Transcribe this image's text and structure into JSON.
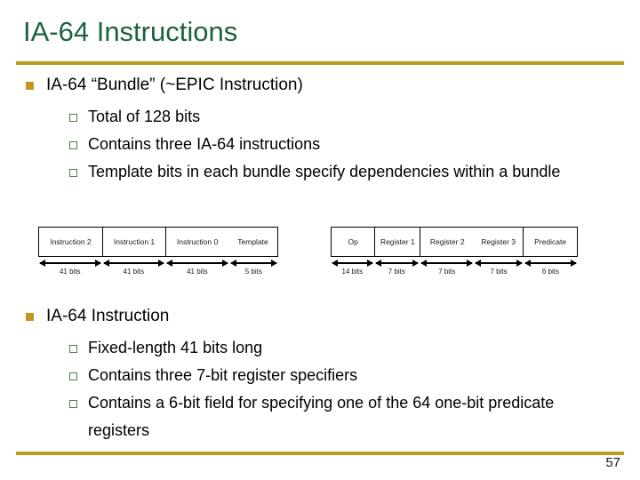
{
  "slide": {
    "title": "IA-64 Instructions",
    "page_number": "57",
    "accent_color": "#c09a20",
    "title_color": "#1b6340",
    "level1_bullet_color": "#c09a20",
    "level2_bullet_color": "#4f7a46"
  },
  "sections": [
    {
      "heading": "IA-64 “Bundle” (~EPIC Instruction)",
      "items": [
        "Total of 128 bits",
        "Contains three IA-64 instructions",
        "Template bits in each bundle specify dependencies within a bundle"
      ]
    },
    {
      "heading": "IA-64 Instruction",
      "items": [
        "Fixed-length 41 bits long",
        "Contains three 7-bit register specifiers",
        "Contains a 6-bit field for specifying one of the 64 one-bit predicate registers"
      ]
    }
  ],
  "figures": {
    "bundle": {
      "name": "IA-64 bundle format",
      "fields": [
        {
          "label": "Instruction 2",
          "size": "41 bits",
          "width": 26.5,
          "divider": true
        },
        {
          "label": "Instruction 1",
          "size": "41 bits",
          "width": 26.5,
          "divider": true
        },
        {
          "label": "Instruction 0",
          "size": "41 bits",
          "width": 26.5,
          "divider": false
        },
        {
          "label": "Template",
          "size": "5 bits",
          "width": 20.5,
          "divider": false
        }
      ]
    },
    "instruction": {
      "name": "IA-64 instruction format",
      "fields": [
        {
          "label": "Op",
          "size": "14 bits",
          "width": 17.5,
          "divider": true
        },
        {
          "label": "Register 1",
          "size": "7 bits",
          "width": 18.5,
          "divider": true
        },
        {
          "label": "Register 2",
          "size": "7 bits",
          "width": 22.0,
          "divider": false
        },
        {
          "label": "Register 3",
          "size": "7 bits",
          "width": 20.0,
          "divider": true
        },
        {
          "label": "Predicate",
          "size": "6 bits",
          "width": 22.0,
          "divider": false
        }
      ]
    }
  }
}
